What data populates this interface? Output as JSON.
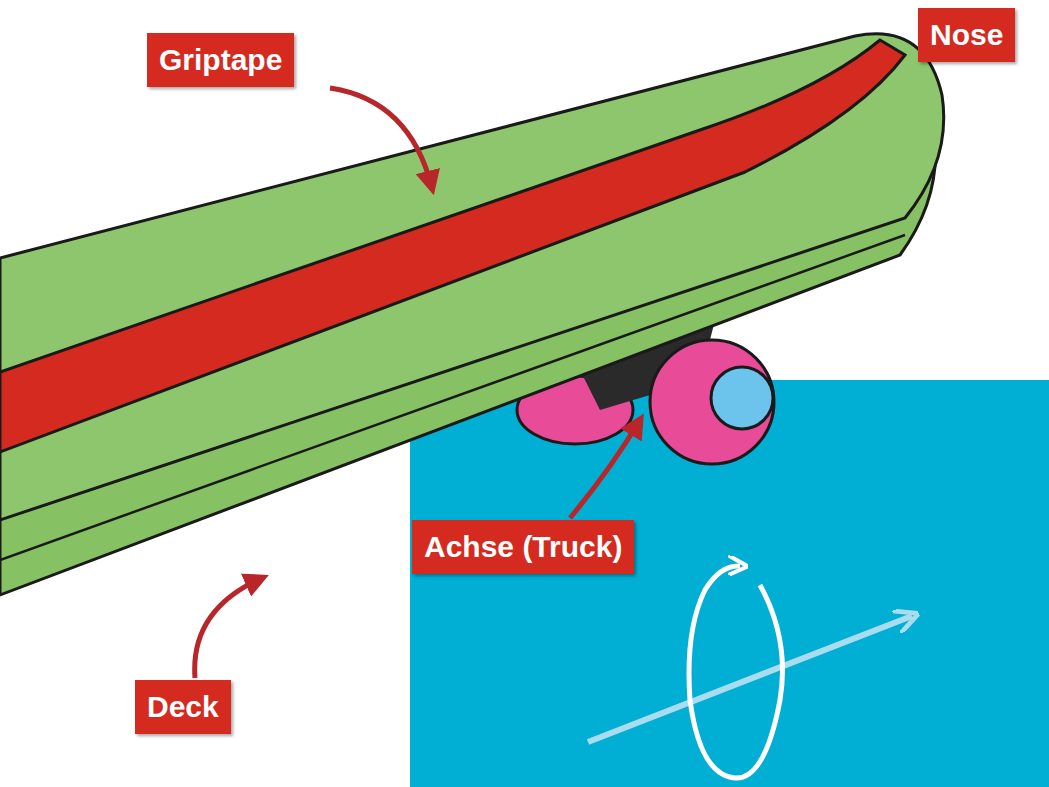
{
  "diagram": {
    "labels": [
      "Griptape",
      "Nose",
      "Achse (Truck)",
      "Deck"
    ]
  }
}
